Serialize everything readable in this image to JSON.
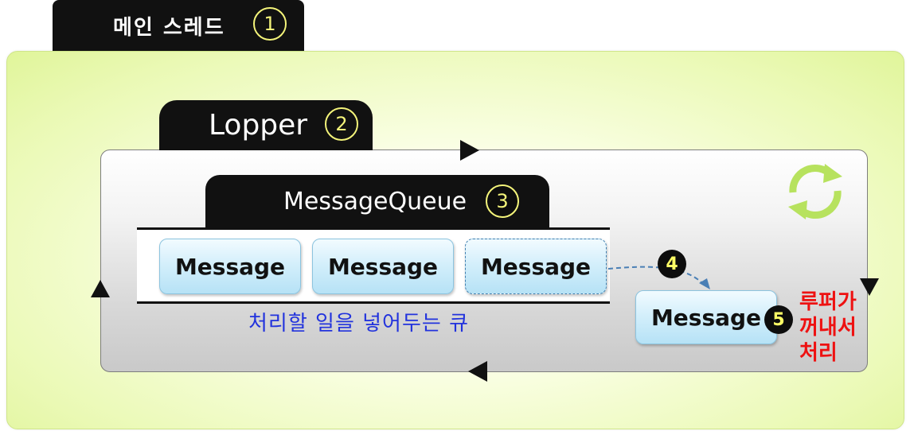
{
  "main_thread": {
    "label": "메인 스레드",
    "number": "1"
  },
  "looper": {
    "label": "Lopper",
    "number": "2"
  },
  "message_queue": {
    "label": "MessageQueue",
    "number": "3",
    "messages": [
      "Message",
      "Message",
      "Message"
    ],
    "caption": "처리할 일을 넣어두는 큐"
  },
  "dequeue_step": {
    "number": "4"
  },
  "processed_message": {
    "label": "Message",
    "number": "5"
  },
  "side_note": [
    "루퍼가",
    "꺼내서",
    "처리"
  ],
  "colors": {
    "main_area": "#e6f7a8",
    "tab_background": "#111111",
    "number_outline": "#f4f47a",
    "message_fill": "#cceaf8",
    "caption_text": "#2233dd",
    "note_text": "#ee1111",
    "loop_icon": "#b7e25e"
  },
  "icons": [
    "loop-arrows-icon",
    "dashed-arrow-icon",
    "loop-direction-arrow-icon"
  ]
}
